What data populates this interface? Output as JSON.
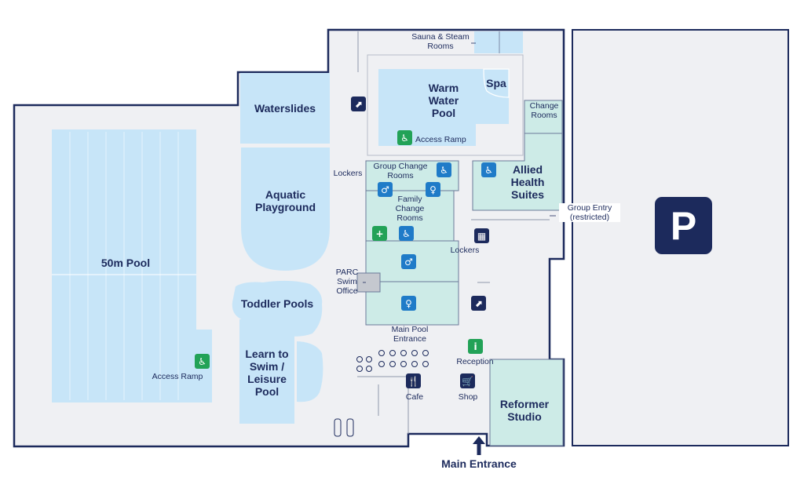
{
  "areas": {
    "pool50": "50m Pool",
    "waterslides": "Waterslides",
    "aquatic_playground": "Aquatic Playground",
    "toddler_pools": "Toddler Pools",
    "learn_to_swim": "Learn to Swim / Leisure Pool",
    "warm_water_pool": "Warm Water Pool",
    "spa": "Spa",
    "allied_health": "Allied Health Suites",
    "reformer_studio": "Reformer Studio"
  },
  "labels": {
    "sauna": "Sauna & Steam Rooms",
    "change_rooms": "Change Rooms",
    "access_ramp_warm": "Access Ramp",
    "access_ramp_50m": "Access Ramp",
    "lockers_left": "Lockers",
    "lockers_right": "Lockers",
    "group_change_rooms": "Group Change Rooms",
    "family_change_rooms": "Family Change Rooms",
    "group_entry": "Group Entry (restricted)",
    "parc_swim_office": "PARC Swim Office",
    "main_pool_entrance": "Main Pool Entrance",
    "reception": "Reception",
    "cafe": "Cafe",
    "shop": "Shop",
    "main_entrance": "Main Entrance",
    "parking": "P"
  },
  "icons": {
    "accessible": "♿",
    "male": "♂",
    "female": "♀",
    "first_aid": "+",
    "info": "i",
    "stairs": "⬈",
    "cafe": "🍴",
    "shop": "🛒",
    "lockers": "▦"
  },
  "colors": {
    "navy": "#1c2a5c",
    "pool_blue": "#c7e5f8",
    "change_teal": "#cdebe7",
    "floor_grey": "#eff0f3",
    "icon_blue": "#1f7bc8",
    "icon_green": "#22a257"
  }
}
